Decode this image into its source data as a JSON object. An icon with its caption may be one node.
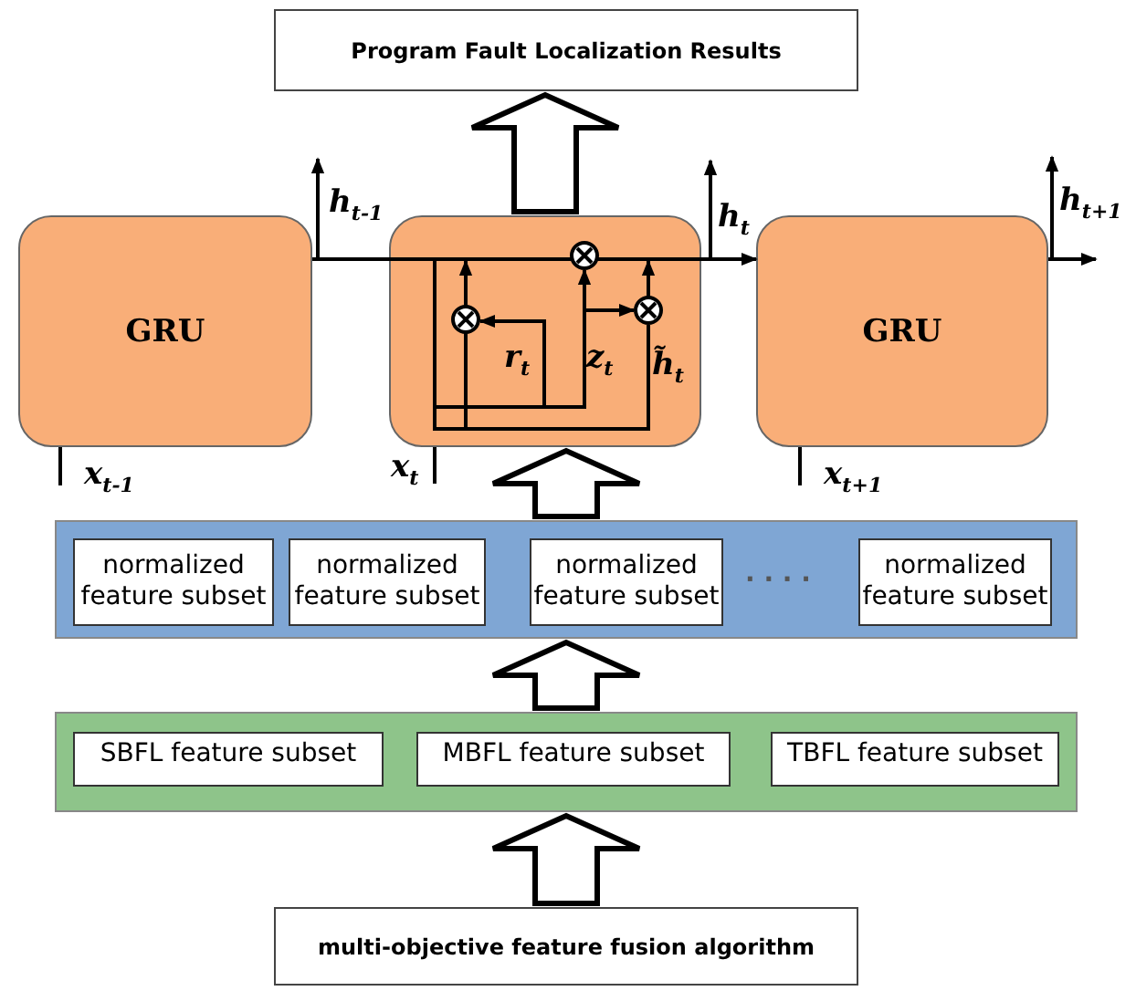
{
  "diagram": {
    "nodes": [
      {
        "text": [
          "Program Fault Localization Results"
        ]
      },
      {
        "text": [
          "GRU"
        ]
      },
      {
        "text": [],
        "shape": "box"
      },
      {
        "text": [
          "GRU"
        ]
      },
      {
        "text": [],
        "shape": "box"
      },
      {
        "text": [
          "normalized feature subset"
        ],
        "in": 4
      },
      {
        "text": [
          "normalized feature subset"
        ],
        "in": 4
      },
      {
        "text": [
          "normalized feature subset"
        ],
        "in": 4
      },
      {
        "text": [
          "normalized feature subset"
        ],
        "in": 4
      },
      {
        "text": [],
        "shape": "box"
      },
      {
        "text": [
          "SBFL feature subset"
        ],
        "in": 9
      },
      {
        "text": [
          "MBFL feature subset"
        ],
        "in": 9
      },
      {
        "text": [
          "TBFL feature subset"
        ],
        "in": 9
      },
      {
        "text": [
          "multi-objective feature fusion algorithm"
        ]
      }
    ],
    "edges": [
      {
        "from": 13,
        "to": 9,
        "arrow": "to",
        "style": "thick"
      },
      {
        "from": 9,
        "to": 4,
        "arrow": "to",
        "style": "thick"
      },
      {
        "from": 4,
        "to": 2,
        "arrow": "to",
        "style": "thick"
      },
      {
        "from": 2,
        "to": 0,
        "arrow": "to",
        "style": "thick"
      },
      {
        "from": 1,
        "to": 2,
        "arrow": "none"
      },
      {
        "from": 2,
        "to": 3,
        "arrow": "to"
      },
      {
        "from": 3,
        "to": null,
        "arrow": "to"
      },
      {
        "from": 1,
        "to": null,
        "arrow": "to",
        "label": "h$_{t-1}$"
      },
      {
        "from": 2,
        "to": null,
        "arrow": "to",
        "label": "h$_{t}$"
      },
      {
        "from": 3,
        "to": null,
        "arrow": "to",
        "label": "h$_{t+1}$"
      },
      {
        "from": null,
        "to": 1,
        "arrow": "none",
        "label": "x$_{t-1}$"
      },
      {
        "from": null,
        "to": 2,
        "arrow": "none",
        "label": "x$_{t}$"
      },
      {
        "from": null,
        "to": 3,
        "arrow": "none",
        "label": "x$_{t+1}$"
      }
    ],
    "labels": [
      "r$_{t}$",
      "z$_{t}$",
      "h̃$_{t}$",
      "· · · ·"
    ]
  }
}
